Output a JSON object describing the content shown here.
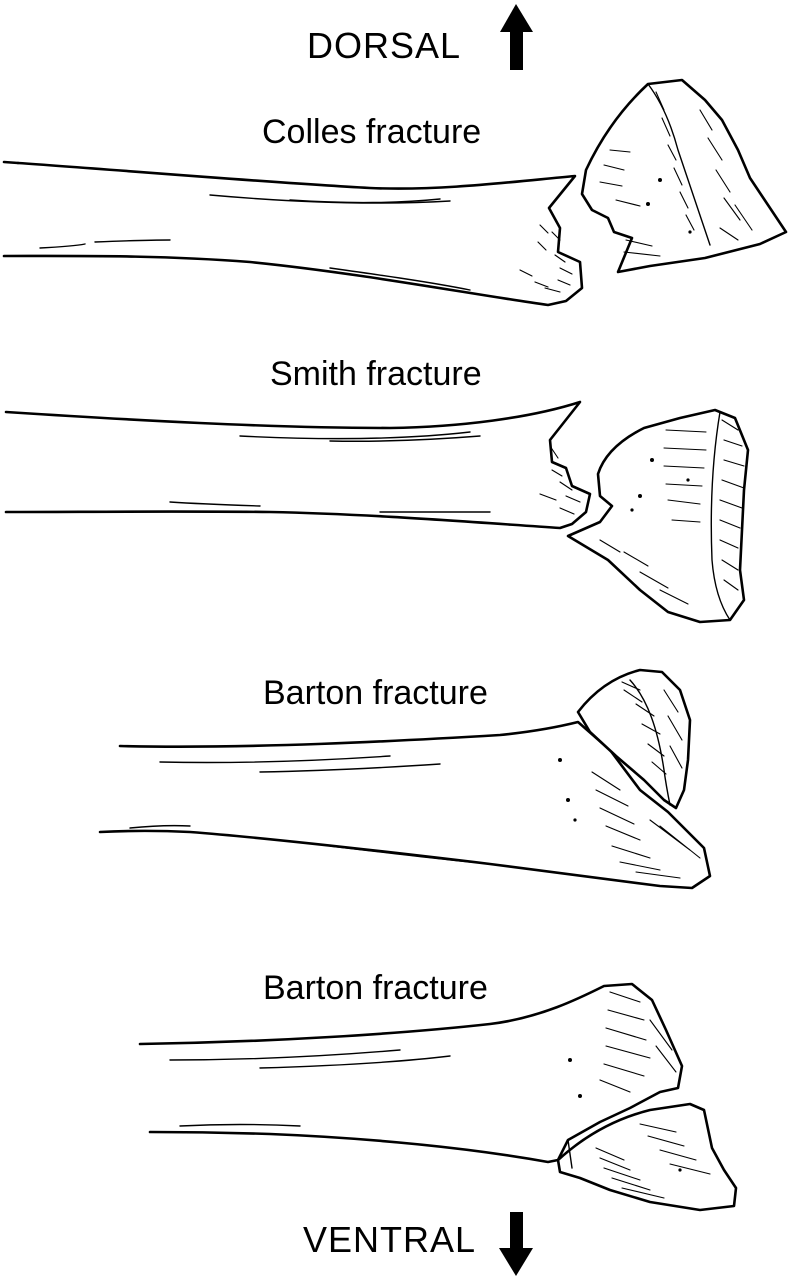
{
  "orientation": {
    "top_label": "DORSAL",
    "bottom_label": "VENTRAL"
  },
  "panels": [
    {
      "label": "Colles fracture"
    },
    {
      "label": "Smith fracture"
    },
    {
      "label": "Barton fracture"
    },
    {
      "label": "Barton fracture"
    }
  ],
  "colors": {
    "ink": "#000000",
    "background": "#ffffff"
  },
  "icons": {
    "up": "arrow-up-icon",
    "down": "arrow-down-icon"
  }
}
